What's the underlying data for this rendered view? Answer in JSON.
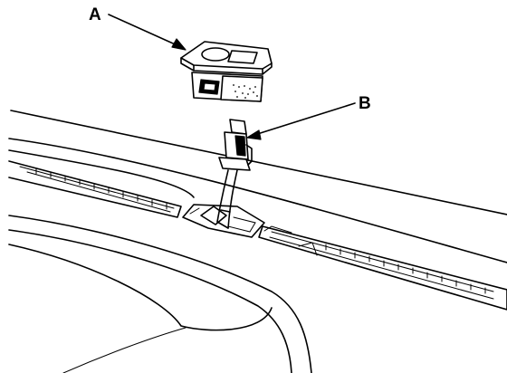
{
  "callouts": {
    "a": "A",
    "b": "B"
  },
  "parts": {
    "a": "switch-housing",
    "b": "wire-harness-connector"
  }
}
